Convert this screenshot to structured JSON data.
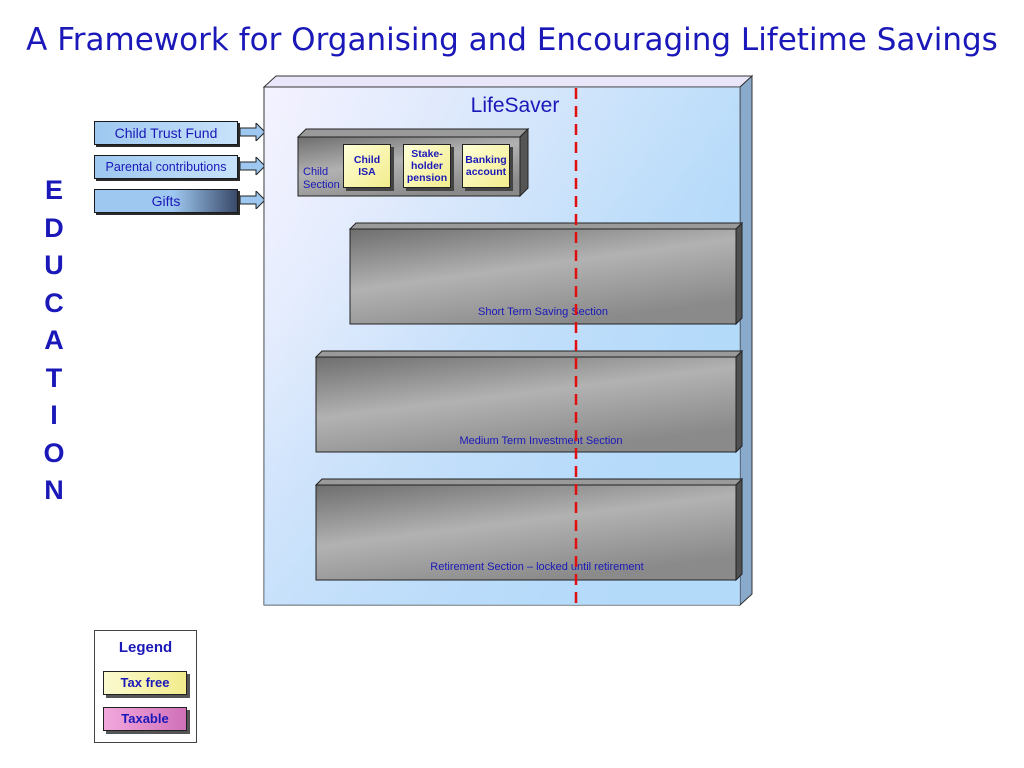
{
  "title": "A Framework for Organising and Encouraging Lifetime Savings",
  "inputs": [
    {
      "label": "Child Trust Fund"
    },
    {
      "label": "Parental contributions"
    },
    {
      "label": "Gifts"
    }
  ],
  "education": [
    "E",
    "D",
    "U",
    "C",
    "A",
    "T",
    "I",
    "O",
    "N"
  ],
  "lifesaver": {
    "title": "LifeSaver",
    "child_section": {
      "label_line1": "Child",
      "label_line2": "Section",
      "products": [
        {
          "line1": "Child",
          "line2": "ISA",
          "line3": ""
        },
        {
          "line1": "Stake-",
          "line2": "holder",
          "line3": "pension"
        },
        {
          "line1": "Banking",
          "line2": "account",
          "line3": ""
        }
      ]
    },
    "sections": [
      {
        "label": "Short Term Saving Section"
      },
      {
        "label": "Medium Term Investment Section"
      },
      {
        "label": "Retirement Section – locked until retirement"
      }
    ]
  },
  "legend": {
    "title": "Legend",
    "items": [
      {
        "label": "Tax free",
        "color": "#f2ec8c"
      },
      {
        "label": "Taxable",
        "color": "#d070b8"
      }
    ]
  },
  "colors": {
    "text": "#1a18b8",
    "divider": "#e01010",
    "container_light": "#f2f0ff",
    "container_blue": "#b8dcf8"
  }
}
